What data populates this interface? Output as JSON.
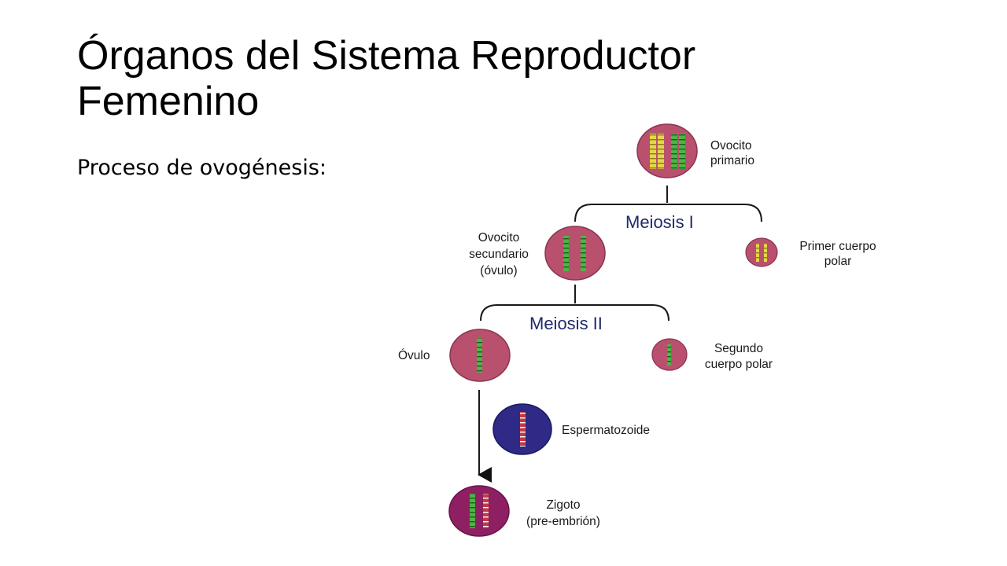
{
  "slide": {
    "title_line1": "Órganos del Sistema Reproductor",
    "title_line2": "Femenino",
    "subtitle": "Proceso de ovogénesis:"
  },
  "diagram": {
    "primary_oocyte": {
      "line1": "Ovocito",
      "line2": "primario"
    },
    "meiosis_1": "Meiosis I",
    "secondary_oocyte": {
      "line1": "Ovocito",
      "line2": "secundario",
      "line3": "(óvulo)"
    },
    "first_polar_body": {
      "line1": "Primer cuerpo",
      "line2": "polar"
    },
    "meiosis_2": "Meiosis II",
    "ovum": "Óvulo",
    "second_polar_body": {
      "line1": "Segundo",
      "line2": "cuerpo polar"
    },
    "sperm": "Espermatozoide",
    "zygote": {
      "line1": "Zigoto",
      "line2": "(pre-embrión)"
    }
  },
  "colors": {
    "cell_fill": "#b8506e",
    "cell_stroke": "#8a3550",
    "sperm_fill": "#2e2a86",
    "zygote_fill": "#8e1f63",
    "chromosome_yellow": "#e6d64a",
    "chromosome_green": "#4fb348",
    "chromosome_red": "#c23a44",
    "meiosis_text": "#1f2a6b"
  }
}
